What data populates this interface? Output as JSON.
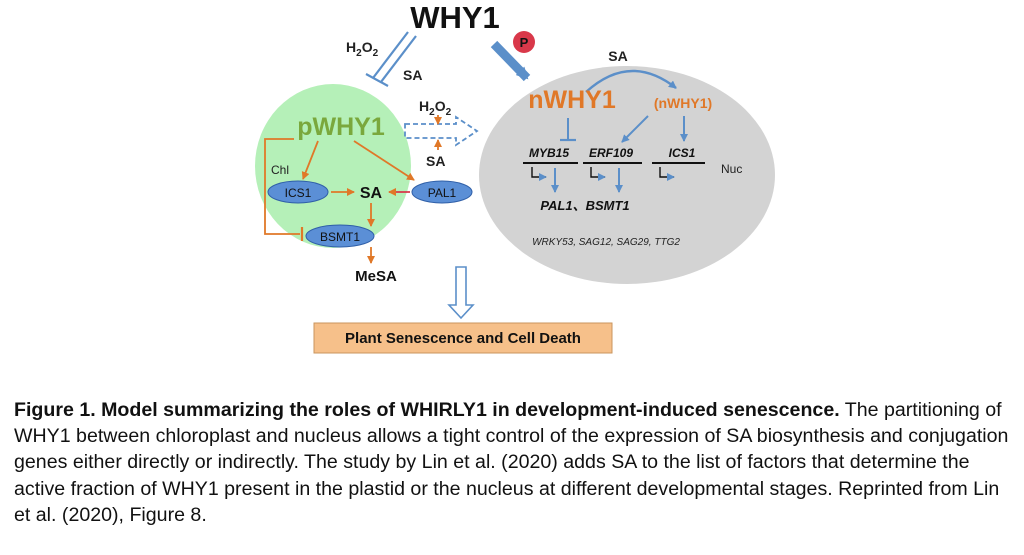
{
  "diagram": {
    "top_label": "WHY1",
    "phospho_badge": "P",
    "left_h2o2": {
      "base": "H",
      "sub": "2",
      "mid": "O",
      "sub2": "2"
    },
    "left_sa": "SA",
    "mid_h2o2": {
      "base": "H",
      "sub": "2",
      "mid": "O",
      "sub2": "2"
    },
    "mid_sa": "SA",
    "top_right_sa": "SA",
    "chloroplast": {
      "title": "pWHY1",
      "compartment": "Chl",
      "ics1": "ICS1",
      "sa": "SA",
      "pal1": "PAL1",
      "bsmt1": "BSMT1"
    },
    "mesa": "MeSA",
    "nucleus": {
      "title": "nWHY1",
      "title_alt": "(nWHY1)",
      "compartment": "Nuc",
      "genes": [
        "MYB15",
        "ERF109",
        "ICS1"
      ],
      "targets": "PAL1、BSMT1",
      "other_genes": "WRKY53, SAG12, SAG29, TTG2"
    },
    "outcome": "Plant Senescence and Cell Death",
    "colors": {
      "chloroplast_fill": "#b5f0b8",
      "nucleus_fill": "#d3d3d3",
      "orange_arrow": "#e07828",
      "blue_arrow": "#5b8fc9",
      "enzyme_fill": "#5b8fd6",
      "outcome_fill": "#f6c08a",
      "phospho_fill": "#d9384a"
    }
  },
  "caption": {
    "bold": "Figure 1. Model summarizing the roles of WHIRLY1 in development-induced senescence.",
    "text": " The partitioning of WHY1 between chloroplast and nucleus allows a tight control of the expression of SA biosynthesis and conjugation genes either directly or indirectly. The study by Lin et al. (2020) adds SA to the list of factors that determine the active fraction of WHY1 present in the plastid or the nucleus at different developmental stages. Reprinted from Lin et al. (2020), Figure 8."
  }
}
